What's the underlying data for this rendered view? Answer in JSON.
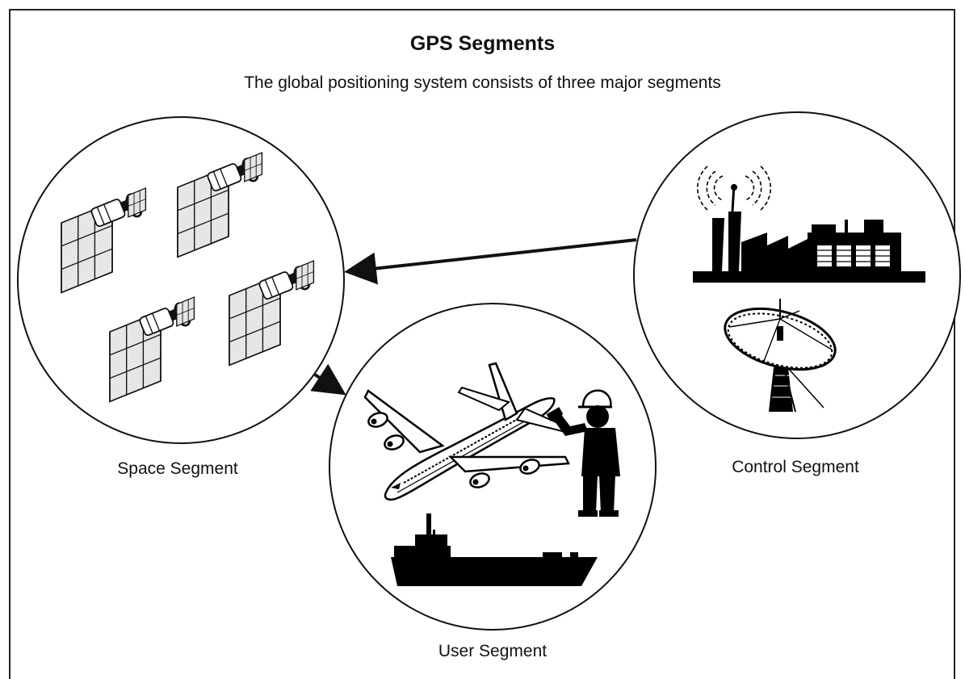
{
  "title": "GPS Segments",
  "subtitle": "The global positioning system consists of three major segments",
  "segments": {
    "space": {
      "label": "Space Segment",
      "icon": "satellite-icon"
    },
    "control": {
      "label": "Control Segment",
      "icon": "ground-station-icon"
    },
    "user": {
      "label": "User Segment",
      "icon": "airplane-icon"
    }
  },
  "colors": {
    "line": "#111111",
    "panel": "#e8e8e8",
    "fill": "#000000"
  }
}
